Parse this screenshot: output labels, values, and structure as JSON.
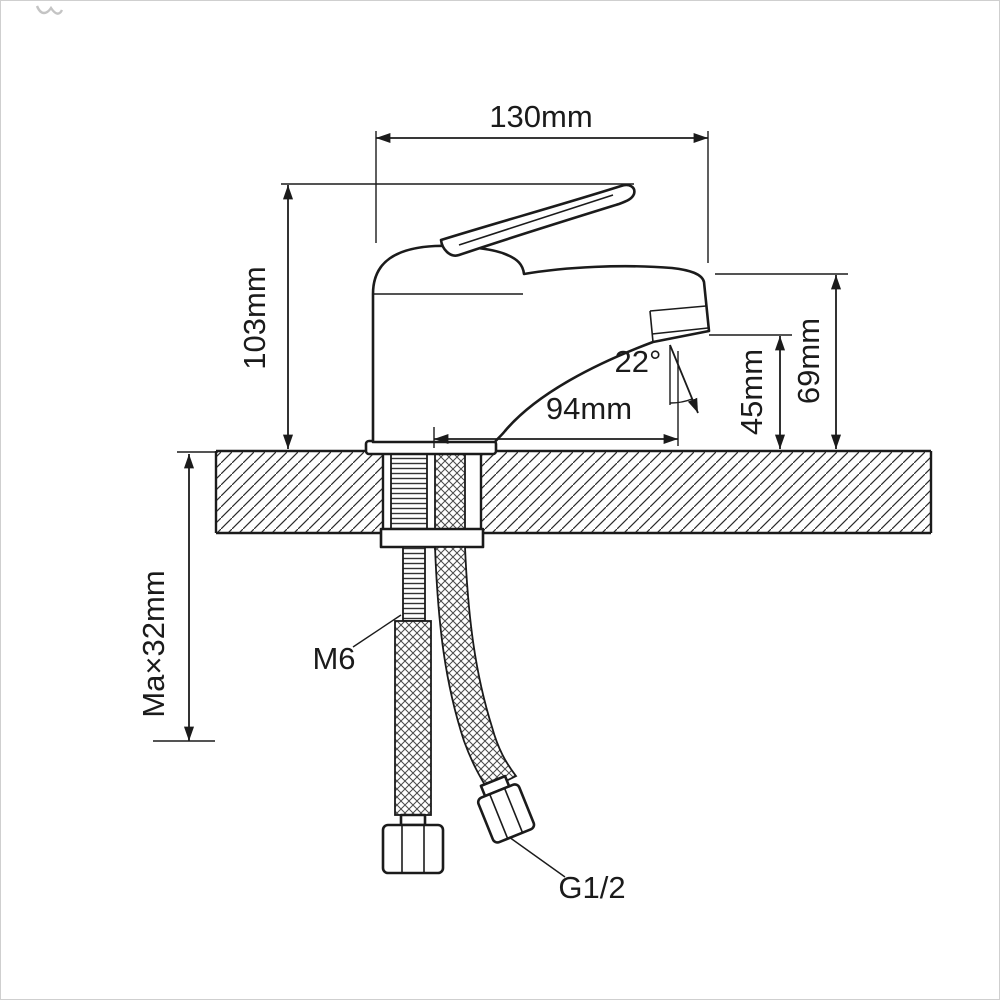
{
  "page": {
    "ink_color": "#1b1b1b",
    "background_color": "#ffffff",
    "frame_color": "#cfcfcf"
  },
  "drawing": {
    "dimensions": {
      "overall_width": "130mm",
      "body_height": "103mm",
      "spout_reach": "94mm",
      "stream_angle": "22°",
      "outlet_height": "45mm",
      "spout_height": "69mm",
      "max_mount_thickness": "Ma×32mm"
    },
    "labels": {
      "stud_thread": "M6",
      "hose_thread": "G1/2"
    }
  }
}
